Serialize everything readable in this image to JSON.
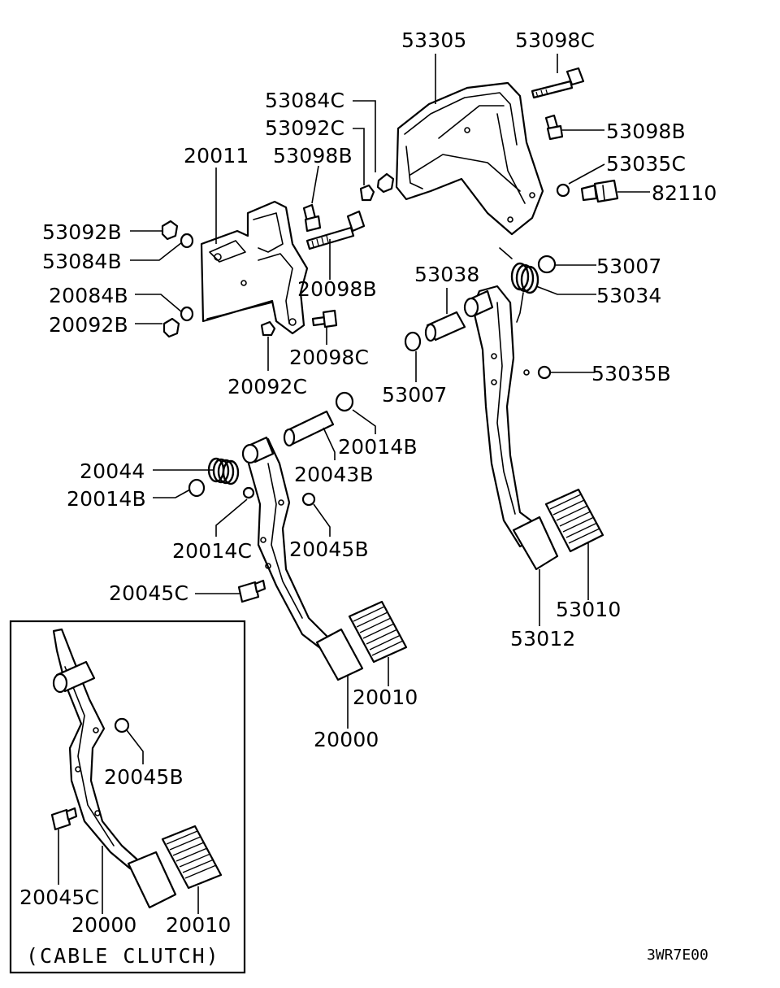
{
  "callouts": {
    "p53305": "53305",
    "p53098C": "53098C",
    "p53084C": "53084C",
    "p53092C": "53092C",
    "p53098B_top": "53098B",
    "p53098B_left": "53098B",
    "p20011": "20011",
    "p53035C": "53035C",
    "p82110": "82110",
    "p53092B": "53092B",
    "p53084B": "53084B",
    "p20098B": "20098B",
    "p20084B": "20084B",
    "p20092B": "20092B",
    "p20098C": "20098C",
    "p20092C": "20092C",
    "p53038": "53038",
    "p53007_right": "53007",
    "p53034": "53034",
    "p53035B": "53035B",
    "p53007_left": "53007",
    "p20014B_top": "20014B",
    "p20043B": "20043B",
    "p20044": "20044",
    "p20014B_left": "20014B",
    "p20014C": "20014C",
    "p20045B": "20045B",
    "p20045C": "20045C",
    "p53010": "53010",
    "p53012": "53012",
    "p20010": "20010",
    "p20000": "20000"
  },
  "inset": {
    "p20045B": "20045B",
    "p20045C": "20045C",
    "p20000": "20000",
    "p20010": "20010",
    "caption": "(CABLE CLUTCH)"
  },
  "diagram_code": "3WR7E00",
  "icons": [
    "pedal-bracket",
    "clutch-pedal",
    "brake-pedal",
    "pedal-pad",
    "return-spring",
    "bolt",
    "nut",
    "bushing",
    "stop-lamp-switch"
  ]
}
